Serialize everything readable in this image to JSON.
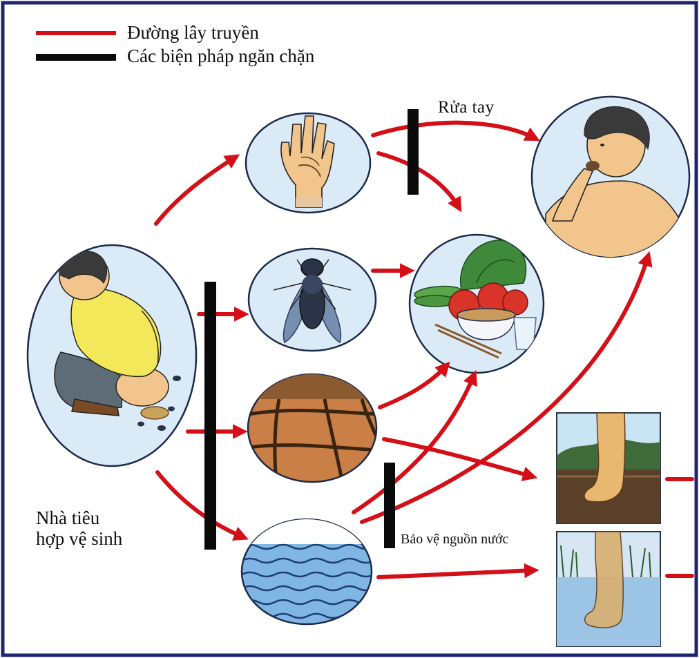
{
  "legend": {
    "transmission_label": "Đường lây truyền",
    "prevention_label": "Các biện pháp ngăn chặn",
    "transmission_color": "#d40f18",
    "prevention_color": "#0a0a0a"
  },
  "nodes": {
    "source": "person-defecating",
    "hands": "hand",
    "flies": "fly",
    "soil": "soil",
    "water": "water",
    "food": "food",
    "mouth": "child-eating",
    "feet_soil": "bare-foot-on-soil",
    "feet_water": "foot-in-water"
  },
  "barriers": {
    "hand_washing": "Rửa tay",
    "sanitary_latrine": [
      "Nhà tiêu",
      "hợp vệ sinh"
    ],
    "water_protection": "Bảo vệ nguồn nước"
  },
  "colors": {
    "border": "#1d2470",
    "bubble_fill": "#dbeaf7",
    "bubble_stroke": "#1c2a4a",
    "skin": "#f2c58c",
    "water": "#7fb6e3",
    "soil": "#c97f45",
    "shirt": "#f3e75a"
  }
}
